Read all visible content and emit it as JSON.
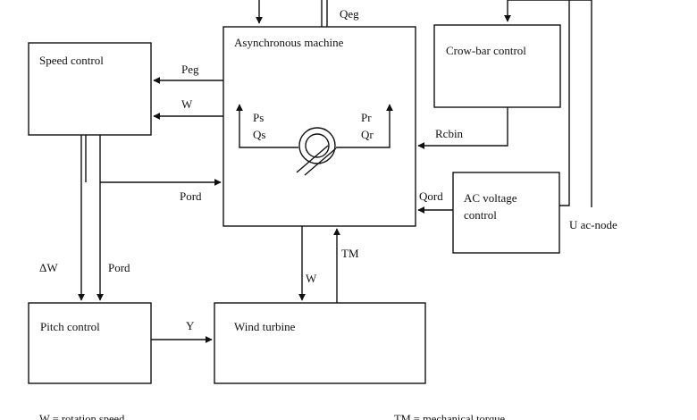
{
  "blocks": {
    "speed_control": "Speed control",
    "asynchronous_machine": "Asynchronous machine",
    "crow_bar_control": "Crow-bar control",
    "ac_voltage_control_line1": "AC voltage",
    "ac_voltage_control_line2": "control",
    "pitch_control": "Pitch control",
    "wind_turbine": "Wind turbine"
  },
  "signals": {
    "qeg_top": "Qeg",
    "peg": "Peg",
    "w_upper": "W",
    "ps": "Ps",
    "qs": "Qs",
    "pr": "Pr",
    "qr": "Qr",
    "rcbin": "Rcbin",
    "pord_mid": "Pord",
    "qord": "Qord",
    "u_ac_node": "U ac-node",
    "delta_w": "ΔW",
    "pord_lower": "Pord",
    "w_lower": "W",
    "tm": "TM",
    "y": "Y"
  },
  "legend": {
    "w_def": "W = rotation speed",
    "tm_def": "TM = mechanical torque"
  }
}
